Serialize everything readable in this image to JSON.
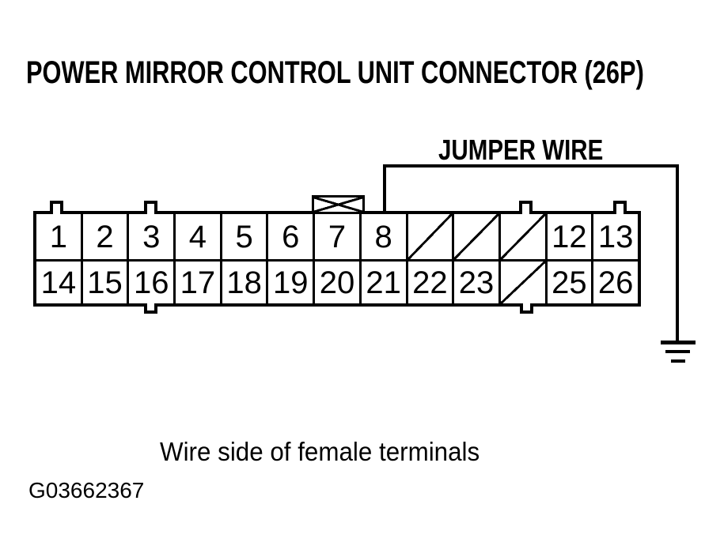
{
  "title": "POWER MIRROR CONTROL UNIT CONNECTOR (26P)",
  "jumper": {
    "label": "JUMPER WIRE",
    "from_pin": "8",
    "to": "ground"
  },
  "connector": {
    "type": "26P",
    "pins_top": [
      "1",
      "2",
      "3",
      "4",
      "5",
      "6",
      "7",
      "8",
      "",
      "",
      "",
      "12",
      "13"
    ],
    "pins_bottom": [
      "14",
      "15",
      "16",
      "17",
      "18",
      "19",
      "20",
      "21",
      "22",
      "23",
      "",
      "25",
      "26"
    ],
    "blocked_positions": [
      9,
      10,
      11,
      24
    ]
  },
  "caption": "Wire side of female terminals",
  "figure_id": "G03662367",
  "icons": {
    "ground": "earth-ground-icon",
    "keyway": "x-marked-keyway-icon"
  },
  "colors": {
    "line": "#000000",
    "background": "#ffffff"
  }
}
